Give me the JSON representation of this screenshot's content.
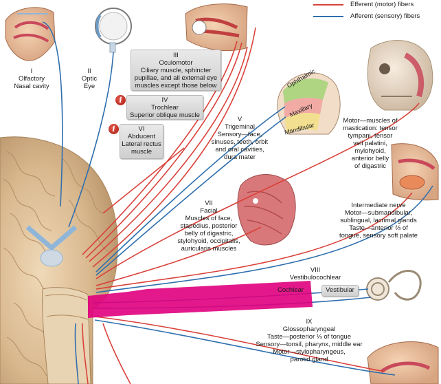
{
  "legend": {
    "efferent": "Efferent (motor) fibers",
    "afferent": "Afferent (sensory) fibers",
    "efferent_color": "#d9413a",
    "afferent_color": "#2f6fae"
  },
  "nerves": {
    "olfactory": {
      "numeral": "I",
      "name": "Olfactory",
      "desc": "Nasal cavity"
    },
    "optic": {
      "numeral": "II",
      "name": "Optic",
      "desc": "Eye"
    },
    "oculomotor": {
      "numeral": "III",
      "name": "Oculomotor",
      "desc": [
        "Ciliary muscle, sphincter",
        "pupillae, and all external eye",
        "muscles except those below"
      ]
    },
    "trochlear": {
      "numeral": "IV",
      "name": "Trochlear",
      "desc": "Superior oblique muscle"
    },
    "abducent": {
      "numeral": "VI",
      "name": "Abducent",
      "desc": [
        "Lateral rectus",
        "muscle"
      ]
    },
    "trigeminal": {
      "numeral": "V",
      "name": "Trigeminal",
      "desc": [
        "Sensory—face,",
        "sinuses, teeth, orbit",
        "and oral cavities,",
        "dura mater"
      ],
      "motor": [
        "Motor—muscles of",
        "mastication: tensor",
        "tympani, tensor",
        "veli palatini,",
        "mylohyoid,",
        "anterior belly",
        "of digastric"
      ],
      "divisions": [
        "Ophthalmic",
        "Maxillary",
        "Mandibular"
      ]
    },
    "facial": {
      "numeral": "VII",
      "name": "Facial",
      "desc": [
        "Muscles of face,",
        "stapedius, posterior",
        "belly of digastric,",
        "stylohyoid, occipitalis,",
        "auricularis muscles"
      ],
      "intermediate": [
        "Intermediate nerve",
        "Motor—submandibular,",
        "sublingual, lacrimal glands",
        "Taste—anterior ⅔ of",
        "tongue, sensory soft palate"
      ]
    },
    "vestibulocochlear": {
      "numeral": "VIII",
      "name": "Vestibulocochlear",
      "cochlear": "Cochlear",
      "vestibular": "Vestibular"
    },
    "glossopharyngeal": {
      "numeral": "IX",
      "name": "Glossopharyngeal",
      "desc": [
        "Taste—posterior ⅓ of tongue",
        "Sensory—tonsil, pharynx, middle ear",
        "Motor—stylopharyngeus,",
        "parotid gland"
      ]
    }
  },
  "info_icon": "i",
  "highlight_color": "#e0007e"
}
